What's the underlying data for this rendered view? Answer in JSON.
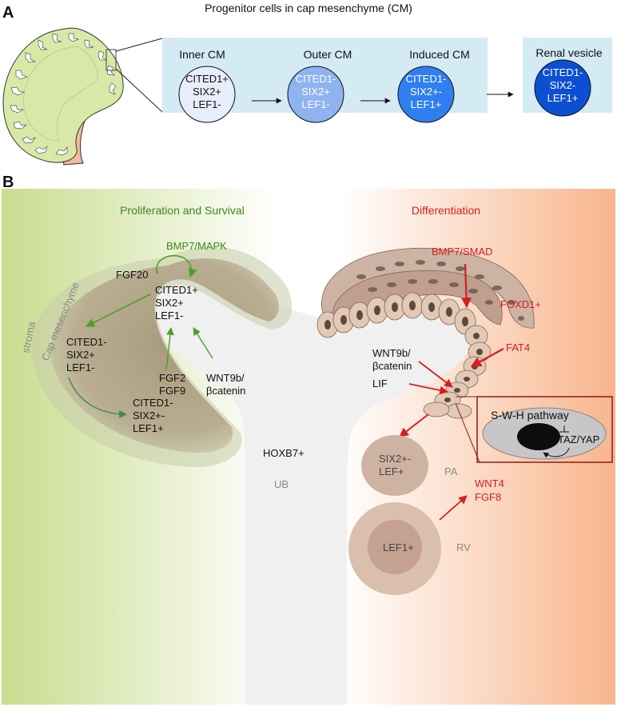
{
  "panel_a": {
    "letter": "A",
    "title": "Progenitor cells in cap mesenchyme (CM)",
    "stages": [
      {
        "label": "Inner CM",
        "markers": [
          "CITED1+",
          "SIX2+",
          "LEF1-"
        ]
      },
      {
        "label": "Outer CM",
        "markers": [
          "CITED1-",
          "SIX2+",
          "LEF1-"
        ]
      },
      {
        "label": "Induced CM",
        "markers": [
          "CITED1-",
          "SIX2+-",
          "LEF1+"
        ]
      },
      {
        "label": "Renal vesicle",
        "markers": [
          "CITED1-",
          "SIX2-",
          "LEF1+"
        ]
      }
    ]
  },
  "panel_b": {
    "letter": "B",
    "left_heading": "Proliferation and Survival",
    "right_heading": "Differentiation",
    "stroma": "stroma",
    "cap_mesenchyme": "Cap mesenchyme",
    "bmp7_mapk": "BMP7/MAPK",
    "fgf20": "FGF20",
    "top_markers": [
      "CITED1+",
      "SIX2+",
      "LEF1-"
    ],
    "left_markers": [
      "CITED1-",
      "SIX2+",
      "LEF1-"
    ],
    "bottom_markers": [
      "CITED1-",
      "SIX2+-",
      "LEF1+"
    ],
    "fgf": [
      "FGF2",
      "FGF9"
    ],
    "wnt_left": [
      "WNT9b/",
      "βcatenin"
    ],
    "hoxb7": "HOXB7+",
    "ub": "UB",
    "bmp7_smad": "BMP7/SMAD",
    "foxd1": "FOXD1+",
    "fat4": "FAT4",
    "wnt_right": [
      "WNT9b/",
      "βcatenin",
      "LIF"
    ],
    "swh": "S-W-H pathway",
    "tazyap": "TAZ/YAP",
    "pa_markers": [
      "SIX2+-",
      "LEF+"
    ],
    "pa": "PA",
    "rv_marker": "LEF1+",
    "rv": "RV",
    "wnt4": "WNT4",
    "fgf8": "FGF8"
  },
  "colors": {
    "green_text": "#3a8a1a",
    "red_text": "#d42020",
    "kidney": "#d8e8a6",
    "ureter": "#f4b89c",
    "panel_a_bg": "#d4ebf3",
    "ub": "#f0f0f0"
  }
}
